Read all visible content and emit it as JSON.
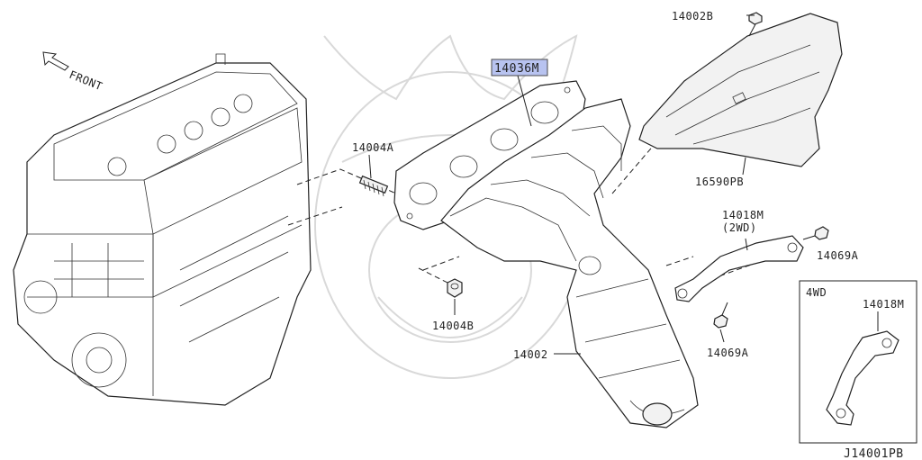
{
  "diagram": {
    "direction_label": "FRONT",
    "callouts": {
      "heat_shield_bolt": "14002B",
      "gasket": "14036M",
      "stud": "14004A",
      "heat_shield": "16590PB",
      "bracket_2wd": "14018M",
      "bracket_2wd_note": "(2WD)",
      "bracket_bolt_upper": "14069A",
      "nut": "14004B",
      "manifold": "14002",
      "bracket_bolt_lower": "14069A"
    },
    "inset": {
      "title": "4WD",
      "bracket": "14018M"
    },
    "diagram_code": "J14001PB",
    "highlight_color": "#b8c3f0"
  }
}
